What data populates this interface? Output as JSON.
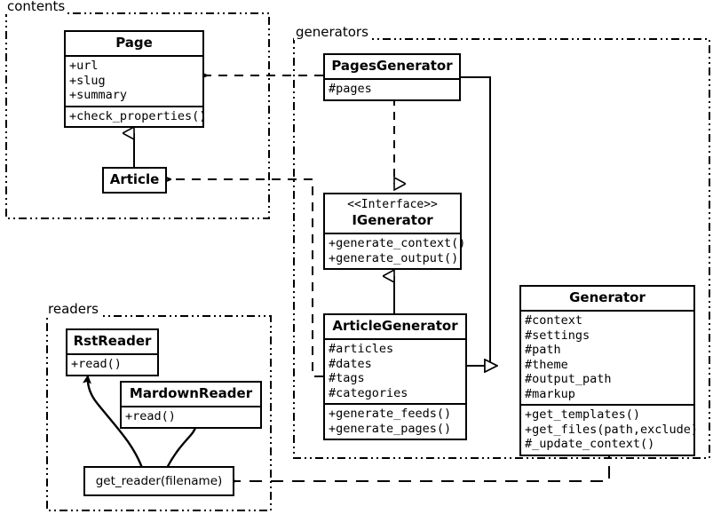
{
  "diagram": {
    "kind": "uml-class-diagram",
    "background": "#ffffff",
    "line_color": "#000000"
  },
  "packages": [
    {
      "id": "contents",
      "label": "contents"
    },
    {
      "id": "generators",
      "label": "generators"
    },
    {
      "id": "readers",
      "label": "readers"
    }
  ],
  "classes": {
    "page": {
      "name": "Page",
      "attributes": [
        "+url",
        "+slug",
        "+summary"
      ],
      "operations": [
        "+check_properties()"
      ]
    },
    "article": {
      "name": "Article",
      "attributes": [],
      "operations": []
    },
    "pages_generator": {
      "name": "PagesGenerator",
      "attributes": [
        "#pages"
      ],
      "operations": []
    },
    "igenerator": {
      "stereotype": "<<Interface>>",
      "name": "IGenerator",
      "attributes": [],
      "operations": [
        "+generate_context()",
        "+generate_output()"
      ]
    },
    "article_generator": {
      "name": "ArticleGenerator",
      "attributes": [
        "#articles",
        "#dates",
        "#tags",
        "#categories"
      ],
      "operations": [
        "+generate_feeds()",
        "+generate_pages()"
      ]
    },
    "generator": {
      "name": "Generator",
      "attributes": [
        "#context",
        "#settings",
        "#path",
        "#theme",
        "#output_path",
        "#markup"
      ],
      "operations": [
        "+get_templates()",
        "+get_files(path,exclude)",
        "#_update_context()"
      ]
    },
    "rst_reader": {
      "name": "RstReader",
      "attributes": [],
      "operations": [
        "+read()"
      ]
    },
    "mardown_reader": {
      "name": "MardownReader",
      "attributes": [],
      "operations": [
        "+read()"
      ]
    }
  },
  "functions": {
    "get_reader": {
      "label": "get_reader(filename)"
    }
  },
  "relationships": [
    {
      "from": "article",
      "to": "page",
      "type": "generalization"
    },
    {
      "from": "pages_generator",
      "to": "igenerator",
      "type": "realization"
    },
    {
      "from": "article_generator",
      "to": "igenerator",
      "type": "generalization"
    },
    {
      "from": "pages_generator",
      "to": "generator",
      "type": "generalization"
    },
    {
      "from": "article_generator",
      "to": "generator",
      "type": "generalization"
    },
    {
      "from": "pages_generator",
      "to": "page",
      "type": "dependency"
    },
    {
      "from": "article_generator",
      "to": "article",
      "type": "dependency"
    },
    {
      "from": "generator",
      "to": "get_reader",
      "type": "dependency"
    },
    {
      "from": "get_reader",
      "to": "rst_reader",
      "type": "usage"
    },
    {
      "from": "get_reader",
      "to": "mardown_reader",
      "type": "usage"
    }
  ]
}
